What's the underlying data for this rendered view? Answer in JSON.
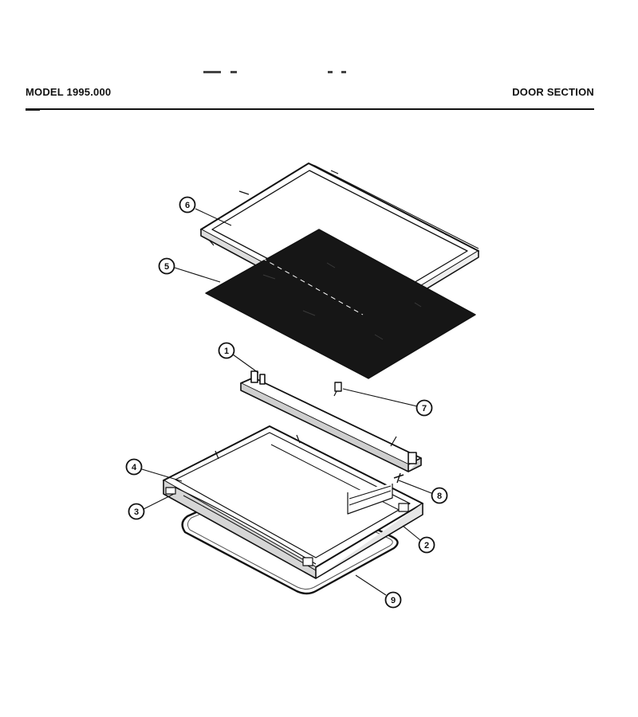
{
  "header": {
    "model": "MODEL 1995.000",
    "section": "DOOR SECTION"
  },
  "callouts": [
    {
      "id": "c1",
      "label": "1"
    },
    {
      "id": "c2",
      "label": "2"
    },
    {
      "id": "c3",
      "label": "3"
    },
    {
      "id": "c4",
      "label": "4"
    },
    {
      "id": "c5",
      "label": "5"
    },
    {
      "id": "c6",
      "label": "6"
    },
    {
      "id": "c7",
      "label": "7"
    },
    {
      "id": "c8",
      "label": "8"
    },
    {
      "id": "c9",
      "label": "9"
    }
  ]
}
